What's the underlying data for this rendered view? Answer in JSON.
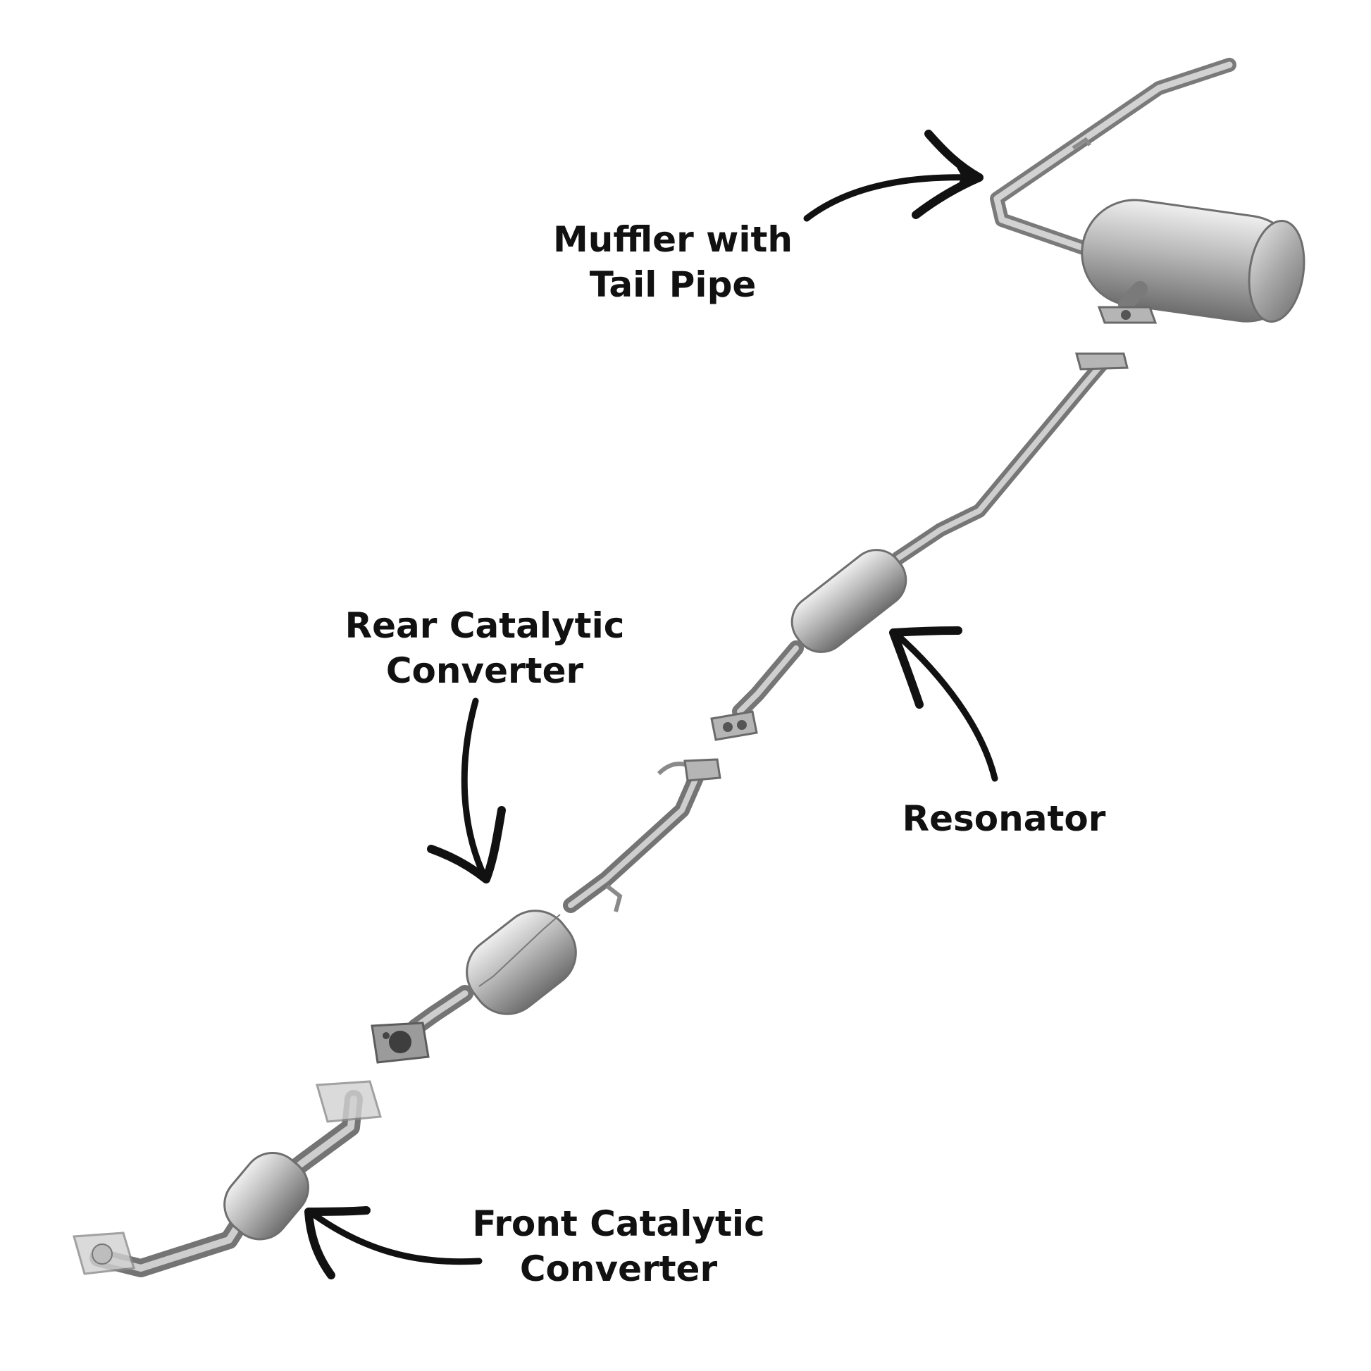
{
  "labels": {
    "muffler": [
      "Muffler with",
      "Tail Pipe"
    ],
    "rear_cat": [
      "Rear Catalytic",
      "Converter"
    ],
    "resonator": [
      "Resonator"
    ],
    "front_cat": [
      "Front Catalytic",
      "Converter"
    ]
  },
  "colors": {
    "text": "#111111",
    "arrow": "#111111",
    "metal_light": "#d9d9d9",
    "metal_mid": "#a4a4a4",
    "metal_dark": "#6e6e6e",
    "background": "#ffffff"
  },
  "icons": [
    "curved-arrow-icon"
  ]
}
